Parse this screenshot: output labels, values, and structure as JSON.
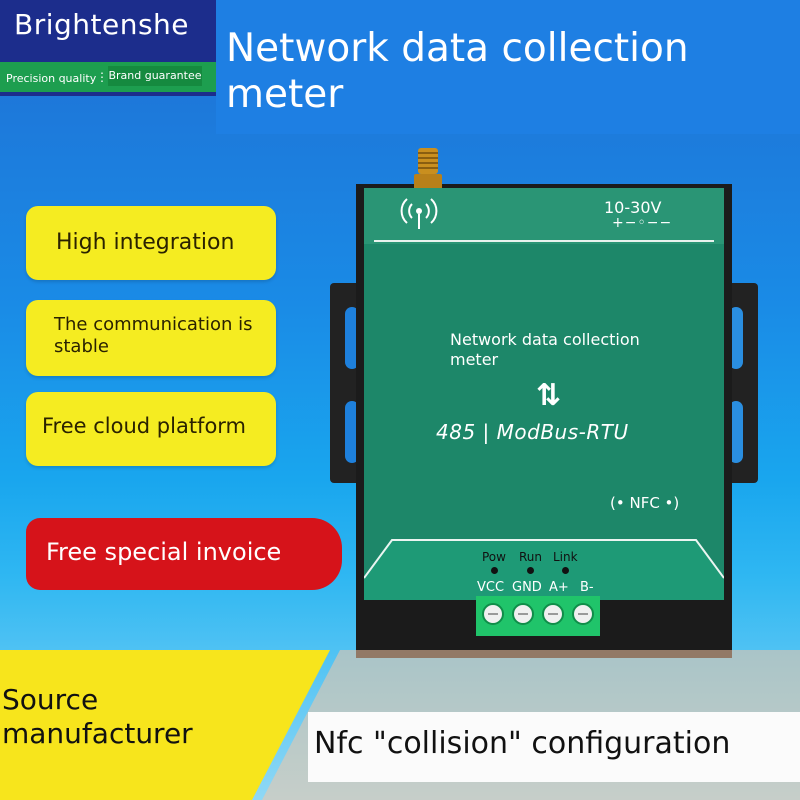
{
  "brand": {
    "name": "Brightenshe",
    "tag_quality": "Precision quality",
    "tag_separator": "⋮",
    "tag_guarantee": "Brand guarantee"
  },
  "headline": "Network data collection meter",
  "features": [
    "High integration",
    "The communication is stable",
    "Free cloud platform"
  ],
  "invoice": "Free special invoice",
  "device": {
    "voltage": "10-30V",
    "polarity": "+−◦−−",
    "title": "Network data collection meter",
    "arrows": "⇅",
    "protocol": "485 | ModBus-RTU",
    "nfc": "(• NFC •)",
    "leds": [
      "Pow",
      "Run",
      "Link"
    ],
    "terminals": [
      "VCC",
      "GND",
      "A+",
      "B-"
    ]
  },
  "bottom": {
    "source": "Source manufacturer",
    "nfc_config": "Nfc \"collision\" configuration"
  },
  "colors": {
    "brand_navy": "#1c2d8c",
    "brand_green": "#1d9e4f",
    "pill_yellow": "#f5ec21",
    "invoice_red": "#d6131a",
    "device_green": "#1d8769",
    "terminal_green": "#20c46a"
  },
  "icons": [
    "antenna-icon",
    "wireless-signal-icon",
    "arrows-icon",
    "nfc-icon"
  ]
}
